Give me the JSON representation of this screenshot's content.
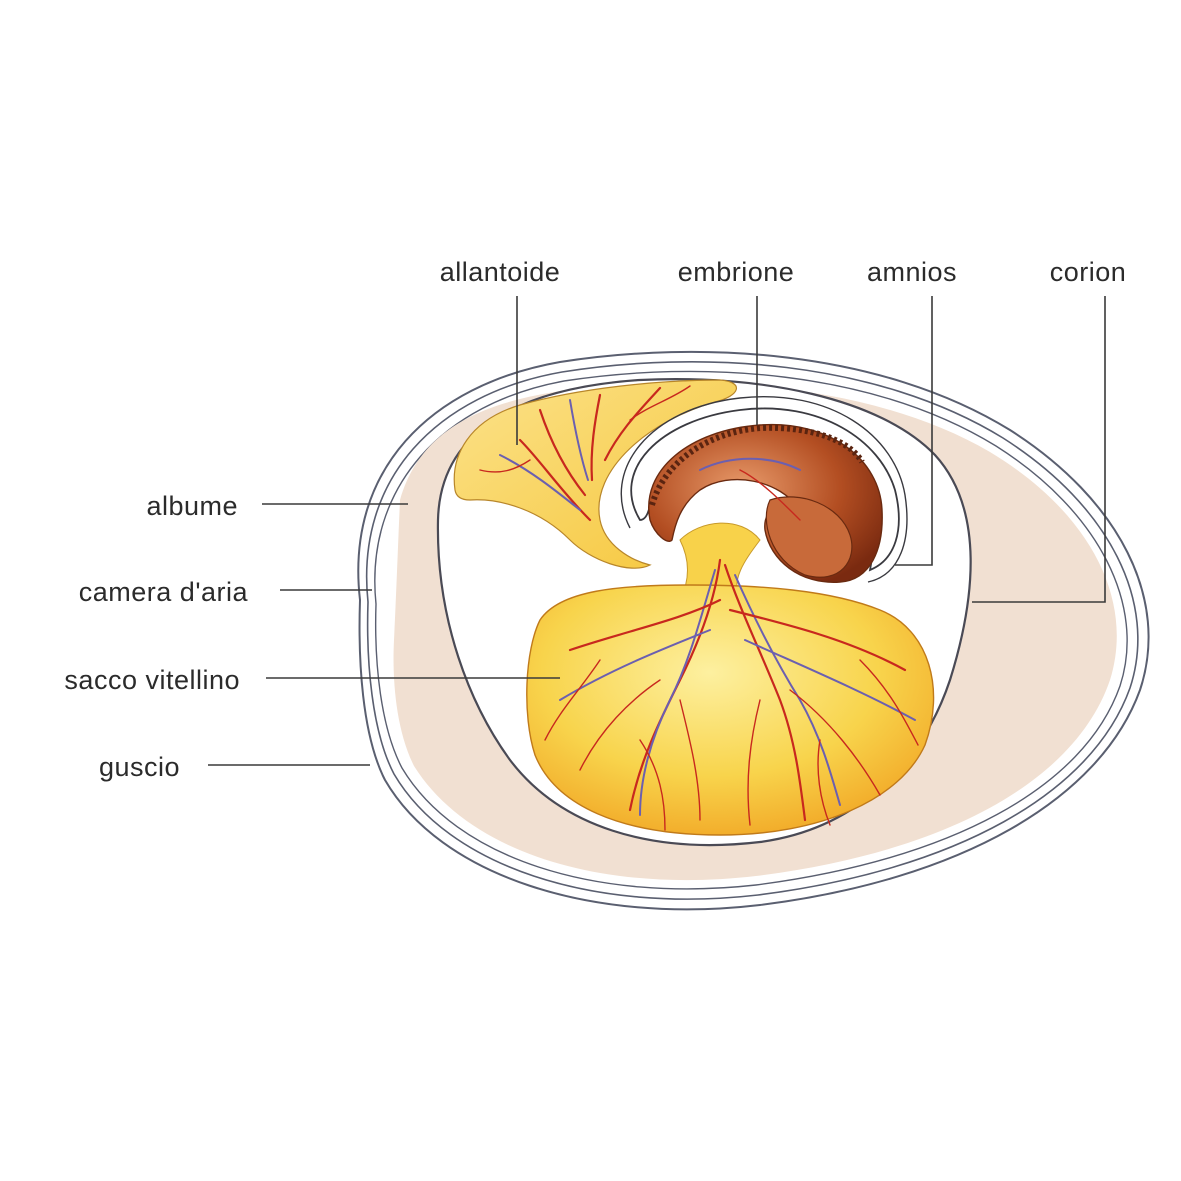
{
  "labels": {
    "allantoide": "allantoide",
    "embrione": "embrione",
    "amnios": "amnios",
    "corion": "corion",
    "albume": "albume",
    "camera_aria": "camera d'aria",
    "sacco_vitellino": "sacco vitellino",
    "guscio": "guscio"
  },
  "colors": {
    "albumen": "#f1e0d2",
    "yolk": "#f8d24a",
    "yolk_light": "#fbe88a",
    "yolk_deep": "#f2a623",
    "embryo": "#a6431e",
    "vein_red": "#c8281e",
    "vein_blue": "#6b5fb0",
    "shell_line": "#5a5f70"
  }
}
